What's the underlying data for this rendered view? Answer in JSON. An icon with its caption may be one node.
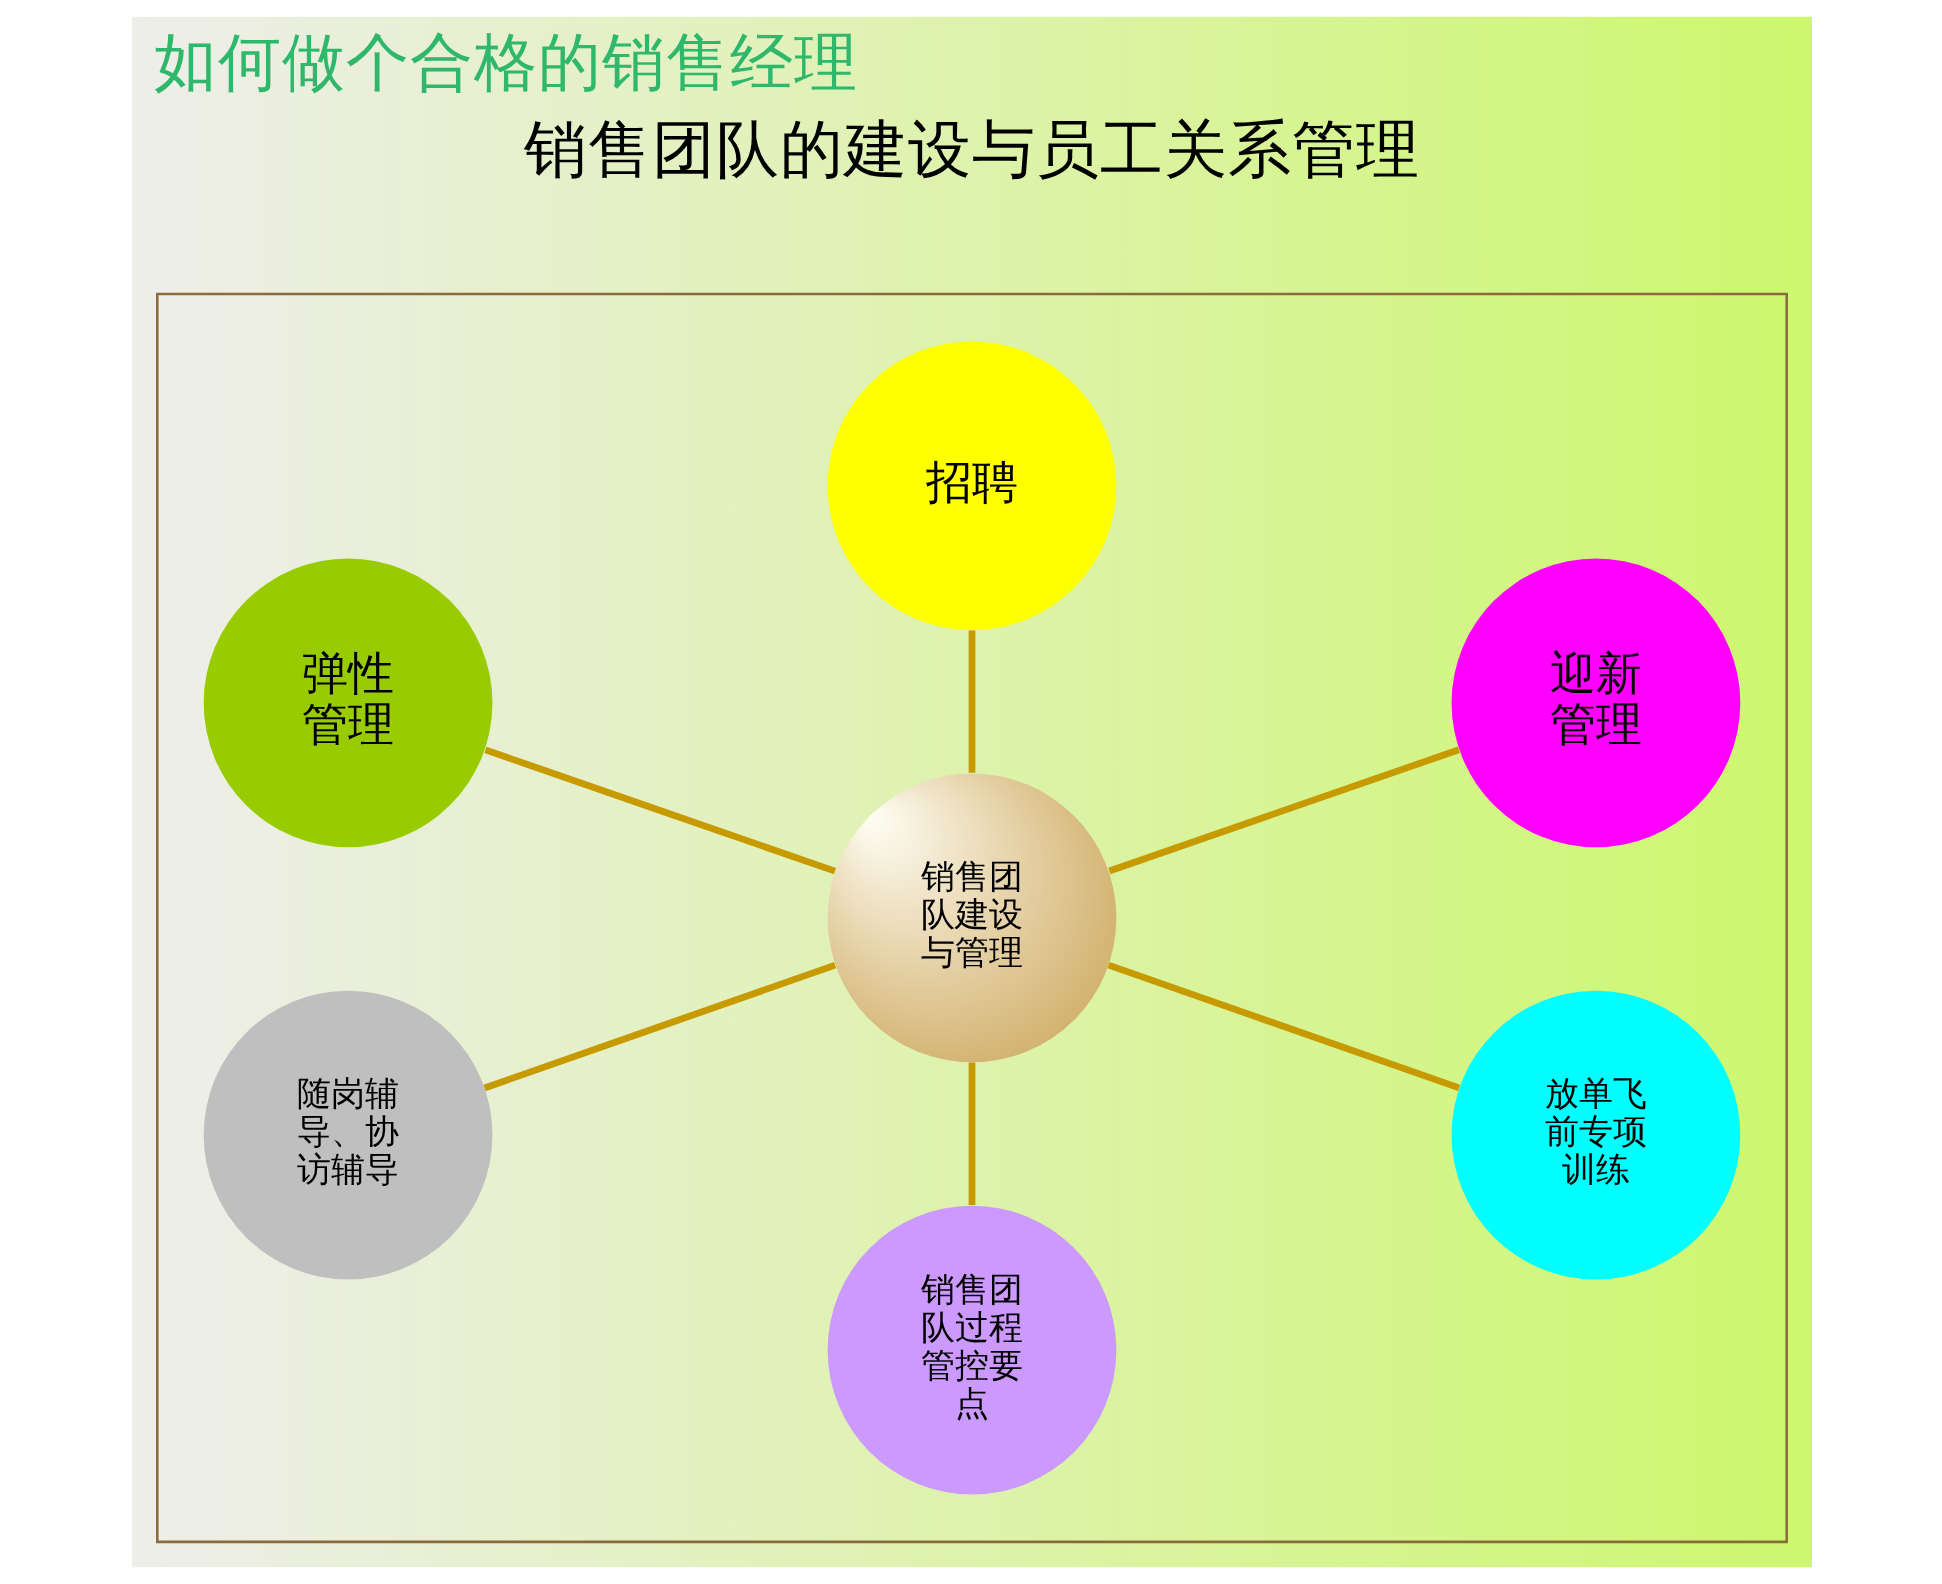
{
  "diagram": {
    "title": "如何做个合格的销售经理",
    "nodes": [
      {
        "text": [],
        "shape": "box"
      },
      {
        "text": [
          "招聘"
        ],
        "in": 0
      },
      {
        "text": [
          "弹性管理"
        ],
        "in": 0
      },
      {
        "text": [
          "迎新管理"
        ],
        "in": 0
      },
      {
        "text": [
          "销售团队建设与管理"
        ],
        "in": 0
      },
      {
        "text": [
          "随岗辅导、协访辅导"
        ],
        "in": 0
      },
      {
        "text": [
          "放单飞前专项训练"
        ],
        "in": 0
      },
      {
        "text": [
          "销售团队过程管控要点"
        ],
        "in": 0
      }
    ],
    "edges": [
      {
        "from": 4,
        "to": 1,
        "arrow": "none"
      },
      {
        "from": 5,
        "to": 4,
        "arrow": "none"
      },
      {
        "from": 2,
        "to": 4,
        "arrow": "none"
      },
      {
        "from": 4,
        "to": 3,
        "arrow": "none"
      },
      {
        "from": 4,
        "to": 6,
        "arrow": "none"
      },
      {
        "from": 7,
        "to": 4,
        "arrow": "none"
      }
    ],
    "labels": [
      "销售团队的建设与员工关系管理"
    ]
  }
}
